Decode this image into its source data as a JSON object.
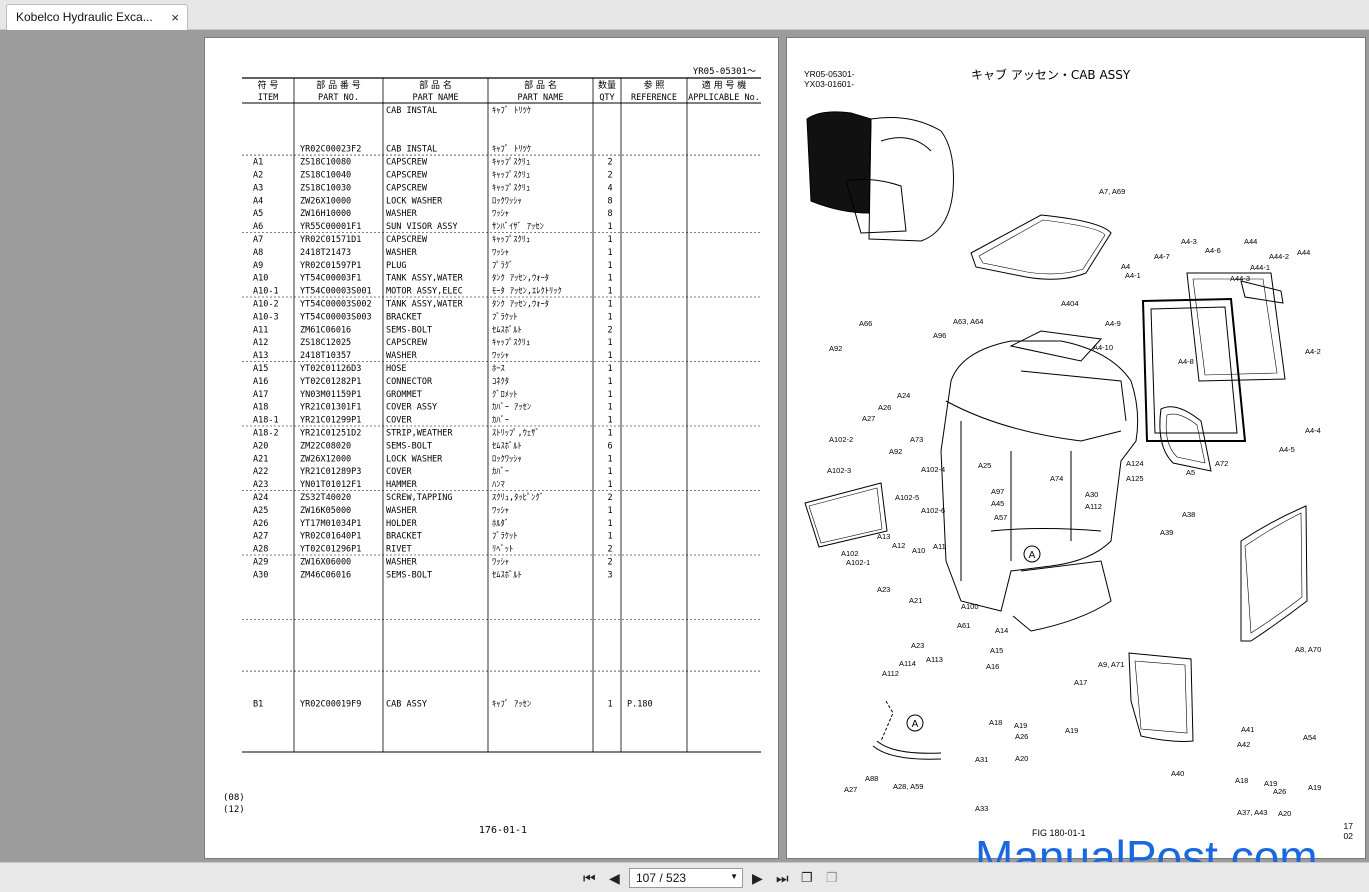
{
  "tab": {
    "title": "Kobelco Hydraulic Exca...",
    "close": "×"
  },
  "left": {
    "topcode": "YR05-05301～",
    "headers": [
      [
        "符 号",
        "ITEM"
      ],
      [
        "部 品 番 号",
        "PART NO."
      ],
      [
        "部 品 名",
        "PART NAME"
      ],
      [
        "部 品 名",
        "PART NAME"
      ],
      [
        "数量",
        "QTY"
      ],
      [
        "参 照",
        "REFERENCE"
      ],
      [
        "適 用 号 機",
        "APPLICABLE No."
      ]
    ],
    "rows": [
      [
        "",
        "",
        "CAB INSTAL",
        "ｷｬﾌﾞ ﾄﾘﾂｹ",
        "",
        ""
      ],
      [
        "",
        "",
        "",
        "",
        "",
        ""
      ],
      [
        "",
        "",
        "",
        "",
        "",
        ""
      ],
      [
        "",
        "YR02C00023F2",
        "CAB INSTAL",
        "ｷｬﾌﾞ ﾄﾘﾂｹ",
        "",
        ""
      ],
      [
        "A1",
        "ZS18C10080",
        "CAPSCREW",
        "ｷｬｯﾌﾟｽｸﾘｭ",
        "2",
        ""
      ],
      [
        "A2",
        "ZS18C10040",
        "CAPSCREW",
        "ｷｬｯﾌﾟｽｸﾘｭ",
        "2",
        ""
      ],
      [
        "A3",
        "ZS18C10030",
        "CAPSCREW",
        "ｷｬｯﾌﾟｽｸﾘｭ",
        "4",
        ""
      ],
      [
        "A4",
        "ZW26X10000",
        "LOCK WASHER",
        "ﾛｯｸﾜｯｼｬ",
        "8",
        ""
      ],
      [
        "A5",
        "ZW16H10000",
        "WASHER",
        "ﾜｯｼｬ",
        "8",
        ""
      ],
      [
        "A6",
        "YR55C00001F1",
        "SUN VISOR ASSY",
        "ｻﾝﾊﾞｲｻﾞ ｱｯｾﾝ",
        "1",
        ""
      ],
      [
        "A7",
        "YR02C01571D1",
        "CAPSCREW",
        "ｷｬｯﾌﾟｽｸﾘｭ",
        "1",
        ""
      ],
      [
        "A8",
        "2418T21473",
        "WASHER",
        "ﾜｯｼｬ",
        "1",
        ""
      ],
      [
        "A9",
        "YR02C01597P1",
        "PLUG",
        "ﾌﾟﾗｸﾞ",
        "1",
        ""
      ],
      [
        "A10",
        "YT54C00003F1",
        "TANK ASSY,WATER",
        "ﾀﾝｸ ｱｯｾﾝ,ｳｫｰﾀ",
        "1",
        ""
      ],
      [
        "A10-1",
        "YT54C00003S001",
        "MOTOR ASSY,ELEC",
        "ﾓｰﾀ ｱｯｾﾝ,ｴﾚｸﾄﾘｯｸ",
        "1",
        ""
      ],
      [
        "A10-2",
        "YT54C00003S002",
        "TANK ASSY,WATER",
        "ﾀﾝｸ ｱｯｾﾝ,ｳｫｰﾀ",
        "1",
        ""
      ],
      [
        "A10-3",
        "YT54C00003S003",
        "BRACKET",
        "ﾌﾞﾗｹｯﾄ",
        "1",
        ""
      ],
      [
        "A11",
        "ZM61C06016",
        "SEMS-BOLT",
        "ｾﾑｽﾎﾞﾙﾄ",
        "2",
        ""
      ],
      [
        "A12",
        "ZS18C12025",
        "CAPSCREW",
        "ｷｬｯﾌﾟｽｸﾘｭ",
        "1",
        ""
      ],
      [
        "A13",
        "2418T10357",
        "WASHER",
        "ﾜｯｼｬ",
        "1",
        ""
      ],
      [
        "A15",
        "YT02C01126D3",
        "HOSE",
        "ﾎｰｽ",
        "1",
        ""
      ],
      [
        "A16",
        "YT02C01282P1",
        "CONNECTOR",
        "ｺﾈｸﾀ",
        "1",
        ""
      ],
      [
        "A17",
        "YN03M01159P1",
        "GROMMET",
        "ｸﾞﾛﾒｯﾄ",
        "1",
        ""
      ],
      [
        "A18",
        "YR21C01301F1",
        "COVER ASSY",
        "ｶﾊﾞｰ ｱｯｾﾝ",
        "1",
        ""
      ],
      [
        "A18-1",
        "YR21C01299P1",
        "COVER",
        "ｶﾊﾞｰ",
        "1",
        ""
      ],
      [
        "A18-2",
        "YR21C01251D2",
        "STRIP,WEATHER",
        "ｽﾄﾘｯﾌﾟ,ｳｪｻﾞ",
        "1",
        ""
      ],
      [
        "A20",
        "ZM22C08020",
        "SEMS-BOLT",
        "ｾﾑｽﾎﾞﾙﾄ",
        "6",
        ""
      ],
      [
        "A21",
        "ZW26X12000",
        "LOCK WASHER",
        "ﾛｯｸﾜｯｼｬ",
        "1",
        ""
      ],
      [
        "A22",
        "YR21C01289P3",
        "COVER",
        "ｶﾊﾞｰ",
        "1",
        ""
      ],
      [
        "A23",
        "YN01T01012F1",
        "HAMMER",
        "ﾊﾝﾏ",
        "1",
        ""
      ],
      [
        "A24",
        "ZS32T40020",
        "SCREW,TAPPING",
        "ｽｸﾘｭ,ﾀｯﾋﾟﾝｸﾞ",
        "2",
        ""
      ],
      [
        "A25",
        "ZW16K05000",
        "WASHER",
        "ﾜｯｼｬ",
        "1",
        ""
      ],
      [
        "A26",
        "YT17M01034P1",
        "HOLDER",
        "ﾎﾙﾀﾞ",
        "1",
        ""
      ],
      [
        "A27",
        "YR02C01640P1",
        "BRACKET",
        "ﾌﾞﾗｹｯﾄ",
        "1",
        ""
      ],
      [
        "A28",
        "YT02C01296P1",
        "RIVET",
        "ﾘﾍﾞｯﾄ",
        "2",
        ""
      ],
      [
        "A29",
        "ZW16X06000",
        "WASHER",
        "ﾜｯｼｬ",
        "2",
        ""
      ],
      [
        "A30",
        "ZM46C06016",
        "SEMS-BOLT",
        "ｾﾑｽﾎﾞﾙﾄ",
        "3",
        ""
      ],
      [
        "",
        "",
        "",
        "",
        "",
        ""
      ],
      [
        "",
        "",
        "",
        "",
        "",
        ""
      ],
      [
        "",
        "",
        "",
        "",
        "",
        ""
      ],
      [
        "",
        "",
        "",
        "",
        "",
        ""
      ],
      [
        "",
        "",
        "",
        "",
        "",
        ""
      ],
      [
        "",
        "",
        "",
        "",
        "",
        ""
      ],
      [
        "",
        "",
        "",
        "",
        "",
        ""
      ],
      [
        "",
        "",
        "",
        "",
        "",
        ""
      ],
      [
        "",
        "",
        "",
        "",
        "",
        ""
      ],
      [
        "B1",
        "YR02C00019F9",
        "CAB ASSY",
        "ｷｬﾌﾞ ｱｯｾﾝ",
        "1",
        "P.180"
      ]
    ],
    "rev1": "(08)",
    "rev2": "(12)",
    "footer": "176-01-1"
  },
  "right": {
    "code1": "YR05-05301-",
    "code2": "YX03-01601-",
    "title": "キャブ アッセン・CAB ASSY",
    "fig": "FIG 180-01-1",
    "pn1": "17",
    "pn2": "02",
    "callouts": [
      [
        "A7, A69",
        1098,
        193
      ],
      [
        "A4-3",
        1180,
        243
      ],
      [
        "A44",
        1243,
        243
      ],
      [
        "A4-7",
        1153,
        258
      ],
      [
        "A4-6",
        1204,
        252
      ],
      [
        "A44-2",
        1268,
        258
      ],
      [
        "A44",
        1296,
        254
      ],
      [
        "A4",
        1120,
        268
      ],
      [
        "A4-1",
        1124,
        277
      ],
      [
        "A44-3",
        1229,
        280
      ],
      [
        "A44-1",
        1249,
        269
      ],
      [
        "A404",
        1060,
        305
      ],
      [
        "A66",
        858,
        325
      ],
      [
        "A63, A64",
        952,
        323
      ],
      [
        "A96",
        932,
        337
      ],
      [
        "A4-9",
        1104,
        325
      ],
      [
        "A4-2",
        1304,
        353
      ],
      [
        "A4-10",
        1092,
        349
      ],
      [
        "A92",
        828,
        350
      ],
      [
        "A4-8",
        1177,
        363
      ],
      [
        "A24",
        896,
        397
      ],
      [
        "A26",
        877,
        409
      ],
      [
        "A27",
        861,
        420
      ],
      [
        "A4-4",
        1304,
        432
      ],
      [
        "A73",
        909,
        441
      ],
      [
        "A102-2",
        828,
        441
      ],
      [
        "A4-5",
        1278,
        451
      ],
      [
        "A92",
        888,
        453
      ],
      [
        "A124",
        1125,
        465
      ],
      [
        "A72",
        1214,
        465
      ],
      [
        "A102-4",
        920,
        471
      ],
      [
        "A25",
        977,
        467
      ],
      [
        "A5",
        1185,
        474
      ],
      [
        "A102-3",
        826,
        472
      ],
      [
        "A125",
        1125,
        480
      ],
      [
        "A74",
        1049,
        480
      ],
      [
        "A97",
        990,
        493
      ],
      [
        "A102-5",
        894,
        499
      ],
      [
        "A45",
        990,
        505
      ],
      [
        "A30",
        1084,
        496
      ],
      [
        "A112",
        1084,
        508
      ],
      [
        "A38",
        1181,
        516
      ],
      [
        "A102-6",
        920,
        512
      ],
      [
        "A57",
        993,
        519
      ],
      [
        "A13",
        876,
        538
      ],
      [
        "A39",
        1159,
        534
      ],
      [
        "A12",
        891,
        547
      ],
      [
        "A10",
        911,
        552
      ],
      [
        "A11",
        932,
        548
      ],
      [
        "A102",
        840,
        555
      ],
      [
        "A102-1",
        845,
        564
      ],
      [
        "A23",
        876,
        591
      ],
      [
        "A21",
        908,
        602
      ],
      [
        "A100",
        960,
        608
      ],
      [
        "A61",
        956,
        627
      ],
      [
        "A14",
        994,
        632
      ],
      [
        "A8, A70",
        1294,
        651
      ],
      [
        "A23",
        910,
        647
      ],
      [
        "A15",
        989,
        652
      ],
      [
        "A16",
        985,
        668
      ],
      [
        "A114",
        898,
        665
      ],
      [
        "A113",
        925,
        661
      ],
      [
        "A9, A71",
        1097,
        666
      ],
      [
        "A112",
        881,
        675
      ],
      [
        "A17",
        1073,
        684
      ],
      [
        "A18",
        988,
        724
      ],
      [
        "A19",
        1013,
        727
      ],
      [
        "A26",
        1014,
        738
      ],
      [
        "A19",
        1064,
        732
      ],
      [
        "A41",
        1240,
        731
      ],
      [
        "A42",
        1236,
        746
      ],
      [
        "A54",
        1302,
        739
      ],
      [
        "A20",
        1014,
        760
      ],
      [
        "A31",
        974,
        761
      ],
      [
        "A27",
        843,
        791
      ],
      [
        "A88",
        864,
        780
      ],
      [
        "A28, A59",
        892,
        788
      ],
      [
        "A40",
        1170,
        775
      ],
      [
        "A18",
        1234,
        782
      ],
      [
        "A19",
        1263,
        785
      ],
      [
        "A26",
        1272,
        793
      ],
      [
        "A19",
        1307,
        789
      ],
      [
        "A33",
        974,
        810
      ],
      [
        "A37, A43",
        1236,
        814
      ],
      [
        "A20",
        1277,
        815
      ]
    ]
  },
  "toolbar": {
    "first": "⏮",
    "prev": "◀",
    "page": "107 / 523",
    "next": "▶",
    "last": "⏭"
  },
  "watermark": "ManualPost.com"
}
